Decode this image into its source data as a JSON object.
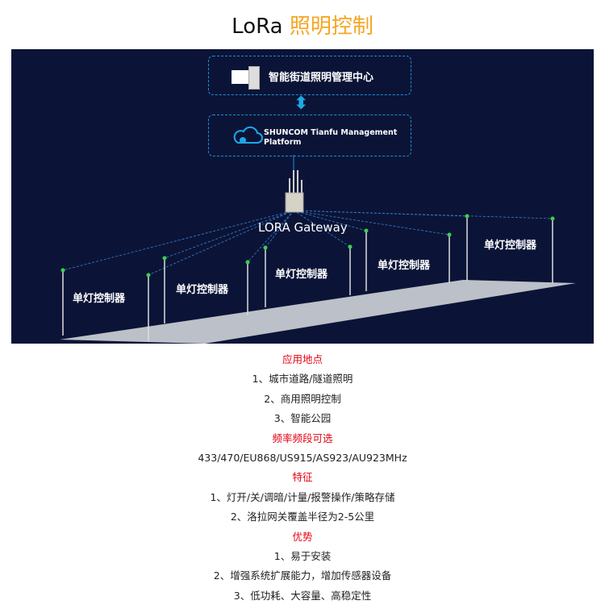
{
  "title": {
    "prefix": "LoRa",
    "highlight": "照明控制"
  },
  "diagram": {
    "center_label": "智能街道照明管理中心",
    "platform_label_1": "SHUNCOM Tianfu Management",
    "platform_label_2": "Platform",
    "gateway_label": "LORA Gateway",
    "controllers": [
      "单灯控制器",
      "单灯控制器",
      "单灯控制器",
      "单灯控制器",
      "单灯控制器"
    ],
    "colors": {
      "background": "#0b1437",
      "accent": "#1c8fd6"
    }
  },
  "info": {
    "sections": [
      {
        "heading": "应用地点",
        "items": [
          "1、城市道路/隧道照明",
          "2、商用照明控制",
          "3、智能公园"
        ]
      },
      {
        "heading": "频率频段可选",
        "items": [
          "433/470/EU868/US915/AS923/AU923MHz"
        ]
      },
      {
        "heading": "特征",
        "items": [
          "1、灯开/关/调暗/计量/报警操作/策略存储",
          "2、洛拉网关覆盖半径为2-5公里"
        ]
      },
      {
        "heading": "优势",
        "items": [
          "1、易于安装",
          "2、增强系统扩展能力，增加传感器设备",
          "3、低功耗、大容量、高稳定性"
        ]
      }
    ]
  }
}
